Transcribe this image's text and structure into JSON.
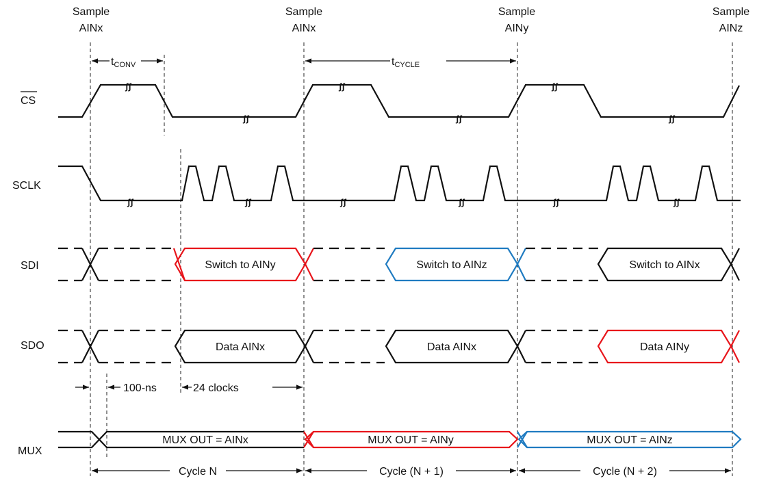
{
  "sample_markers": [
    {
      "line1": "Sample",
      "line2": "AINx"
    },
    {
      "line1": "Sample",
      "line2": "AINx"
    },
    {
      "line1": "Sample",
      "line2": "AINy"
    },
    {
      "line1": "Sample",
      "line2": "AINz"
    }
  ],
  "signals": {
    "cs": "CS",
    "sclk": "SCLK",
    "sdi": "SDI",
    "sdo": "SDO",
    "mux": "MUX"
  },
  "timing": {
    "tconv_main": "t",
    "tconv_sub": "CONV",
    "tcycle_main": "t",
    "tcycle_sub": "CYCLE",
    "delay": "100-ns",
    "clocks": "24 clocks"
  },
  "sdi_frames": [
    "Switch to AINy",
    "Switch to AINz",
    "Switch to AINx"
  ],
  "sdo_frames": [
    "Data AINx",
    "Data AINx",
    "Data AINy"
  ],
  "mux_frames": [
    "MUX OUT = AINx",
    "MUX OUT = AINy",
    "MUX OUT = AINz"
  ],
  "cycles": [
    "Cycle N",
    "Cycle (N + 1)",
    "Cycle (N + 2)"
  ],
  "colors": {
    "black": "#111111",
    "red": "#e8151b",
    "blue": "#1f7bc1"
  }
}
